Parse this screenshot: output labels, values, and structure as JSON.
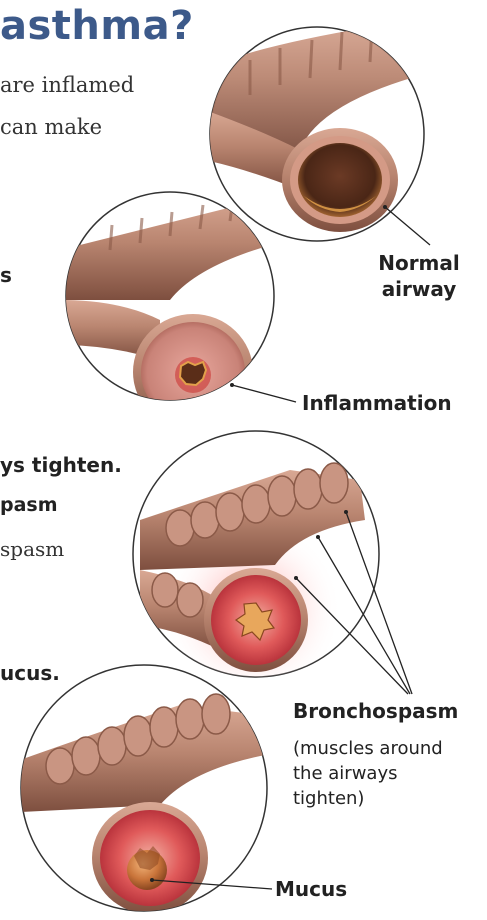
{
  "title": "asthma?",
  "intro_lines": [
    "are inflamed",
    "can make"
  ],
  "fragments": {
    "s": "s",
    "tighten": "ys tighten.",
    "spasm_bold": "pasm",
    "spasm_serif": "spasm",
    "mucus": "ucus."
  },
  "labels": {
    "normal_line1": "Normal",
    "normal_line2": "airway",
    "inflammation": "Inflammation",
    "bronchospasm": "Bronchospasm",
    "bronchospasm_desc": [
      "(muscles around",
      "the airways",
      "tighten)"
    ],
    "mucus": "Mucus"
  },
  "colors": {
    "title_blue": "#3d5a8a",
    "airway_brown": "#b98570",
    "inflamed_red": "#d8424a",
    "mucus_orange": "#c9743a"
  }
}
